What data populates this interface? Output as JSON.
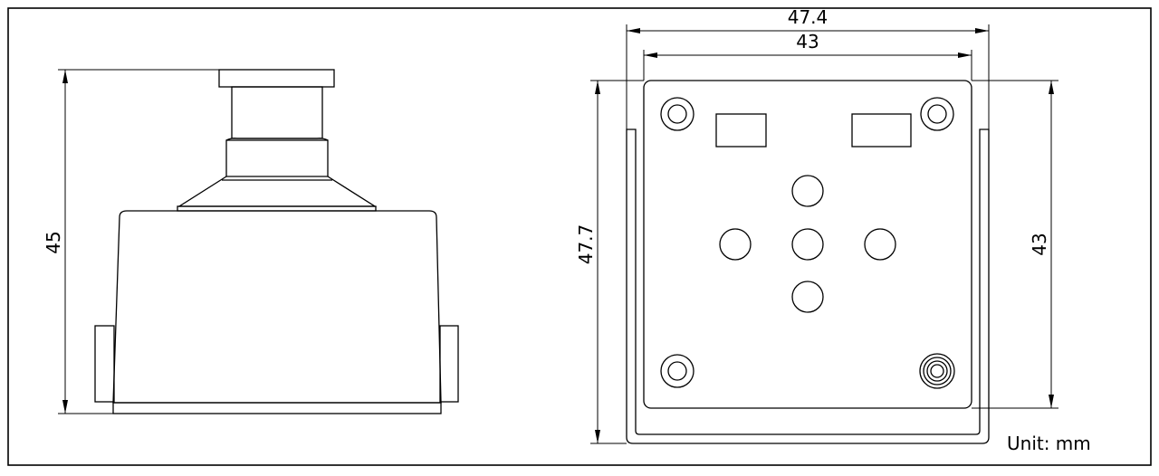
{
  "drawing": {
    "unit_note": "Unit: mm",
    "side_view": {
      "height_label": "45"
    },
    "front_view": {
      "outer_width_label": "47.4",
      "inner_width_label": "43",
      "outer_height_label": "47.7",
      "inner_height_label": "43"
    }
  }
}
